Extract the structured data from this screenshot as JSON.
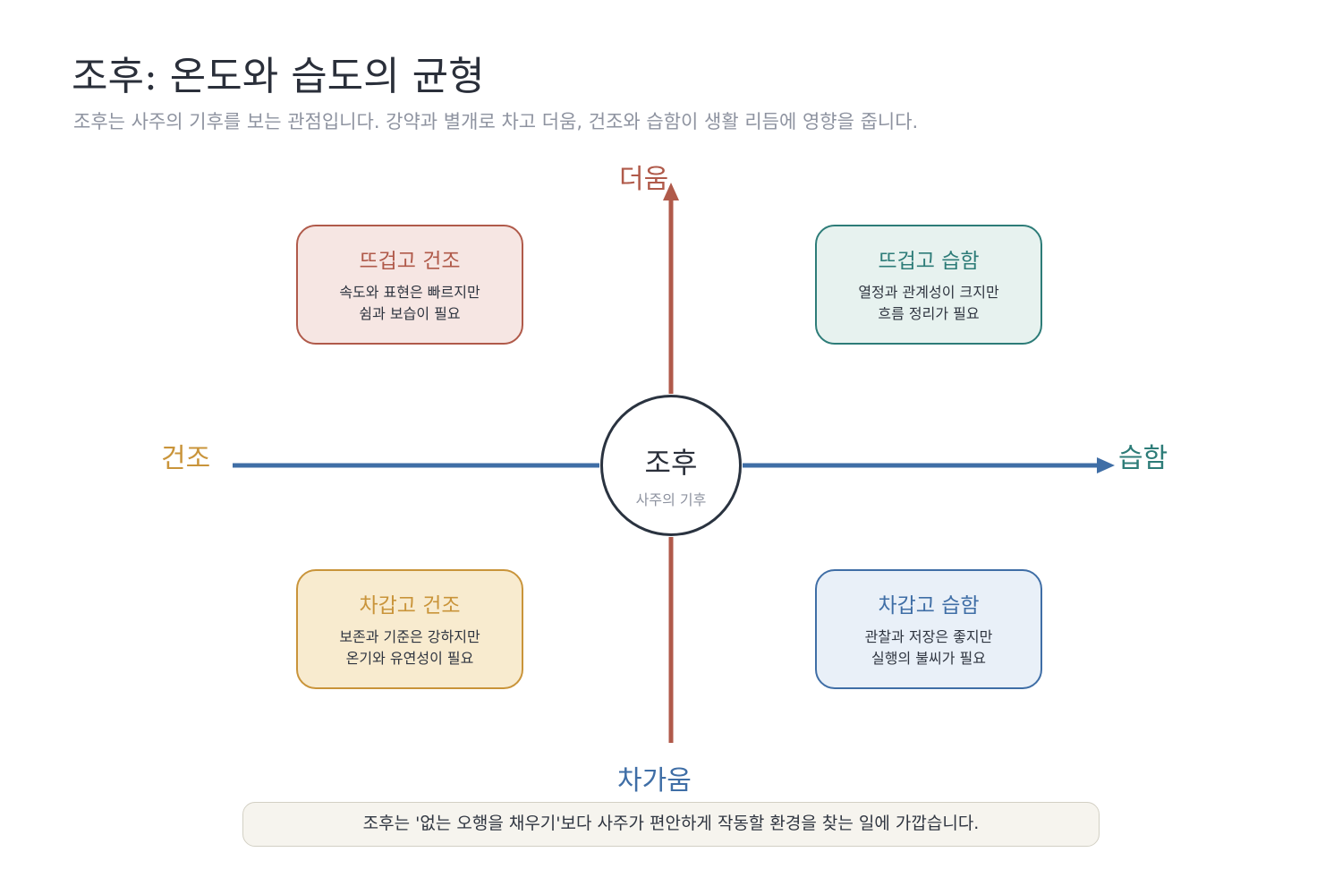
{
  "title": "조후: 온도와 습도의 균형",
  "subtitle": "조후는 사주의 기후를 보는 관점입니다. 강약과 별개로 차고 더움, 건조와 습함이 생활 리듬에 영향을 줍니다.",
  "axes": {
    "top": "더움",
    "bottom": "차가움",
    "left": "건조",
    "right": "습함"
  },
  "center": {
    "title": "조후",
    "subtitle": "사주의 기후"
  },
  "quadrants": {
    "hot_dry": {
      "title": "뜨겁고 건조",
      "lines": [
        "속도와 표현은 빠르지만",
        "쉼과 보습이 필요"
      ]
    },
    "hot_wet": {
      "title": "뜨겁고 습함",
      "lines": [
        "열정과 관계성이 크지만",
        "흐름 정리가 필요"
      ]
    },
    "cold_dry": {
      "title": "차갑고 건조",
      "lines": [
        "보존과 기준은 강하지만",
        "온기와 유연성이 필요"
      ]
    },
    "cold_wet": {
      "title": "차갑고 습함",
      "lines": [
        "관찰과 저장은 좋지만",
        "실행의 불씨가 필요"
      ]
    }
  },
  "note": "조후는 '없는 오행을 채우기'보다 사주가 편안하게 작동할 환경을 찾는 일에 가깝습니다.",
  "colors": {
    "hot": "#b05a4a",
    "cold": "#3f6ea6",
    "dry": "#c9943a",
    "wet": "#2d7c78",
    "center_border": "#2a3340"
  }
}
